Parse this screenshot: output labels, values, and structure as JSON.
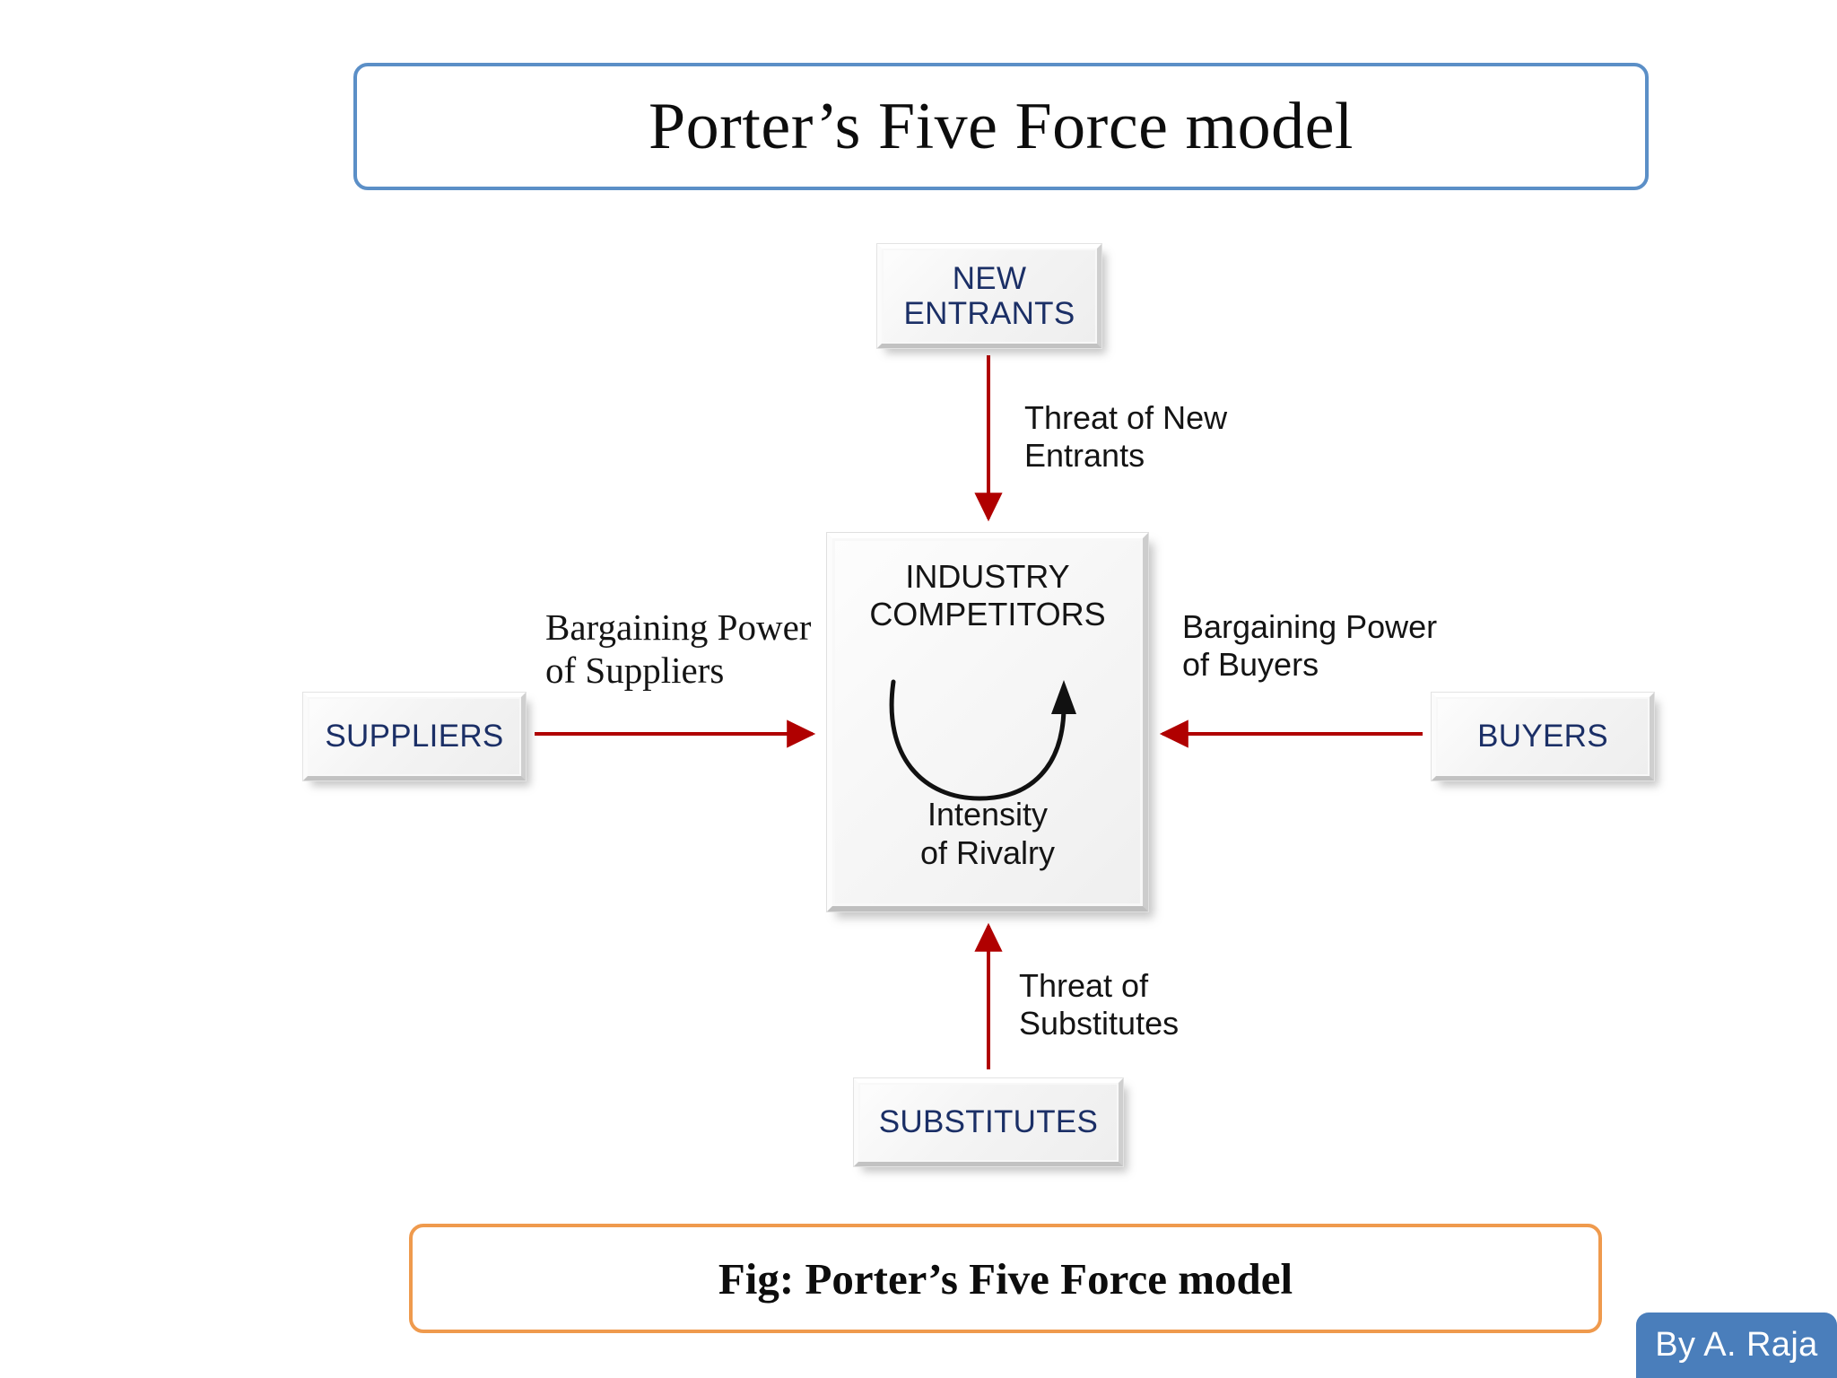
{
  "title": {
    "text": "Porter’s Five Force model",
    "border_color": "#5b8fc7"
  },
  "caption": {
    "text": "Fig: Porter’s Five Force model",
    "border_color": "#ef9a4d"
  },
  "author_badge": {
    "text": "By A. Raja",
    "background_color": "#4a7ebb",
    "text_color": "#ffffff"
  },
  "diagram": {
    "accent_arrow_color": "#b00000",
    "node_text_color": "#1b2f66",
    "center": {
      "title_line1": "INDUSTRY",
      "title_line2": "COMPETITORS",
      "sub_line1": "Intensity",
      "sub_line2": "of Rivalry",
      "icon": "circular-rivalry-arrow"
    },
    "nodes": [
      {
        "id": "new-entrants",
        "line1": "NEW",
        "line2": "ENTRANTS",
        "position": "top"
      },
      {
        "id": "suppliers",
        "line1": "SUPPLIERS",
        "line2": "",
        "position": "left"
      },
      {
        "id": "buyers",
        "line1": "BUYERS",
        "line2": "",
        "position": "right"
      },
      {
        "id": "substitutes",
        "line1": "SUBSTITUTES",
        "line2": "",
        "position": "bottom"
      }
    ],
    "edges": [
      {
        "id": "threat-new-entrants",
        "line1": "Threat of New",
        "line2": "Entrants",
        "from": "new-entrants",
        "to": "center",
        "style": "sans"
      },
      {
        "id": "bargaining-power-suppliers",
        "line1": "Bargaining Power",
        "line2": "of Suppliers",
        "from": "suppliers",
        "to": "center",
        "style": "serif"
      },
      {
        "id": "bargaining-power-buyers",
        "line1": "Bargaining Power",
        "line2": "of Buyers",
        "from": "buyers",
        "to": "center",
        "style": "sans"
      },
      {
        "id": "threat-substitutes",
        "line1": "Threat of",
        "line2": "Substitutes",
        "from": "substitutes",
        "to": "center",
        "style": "sans"
      }
    ]
  }
}
